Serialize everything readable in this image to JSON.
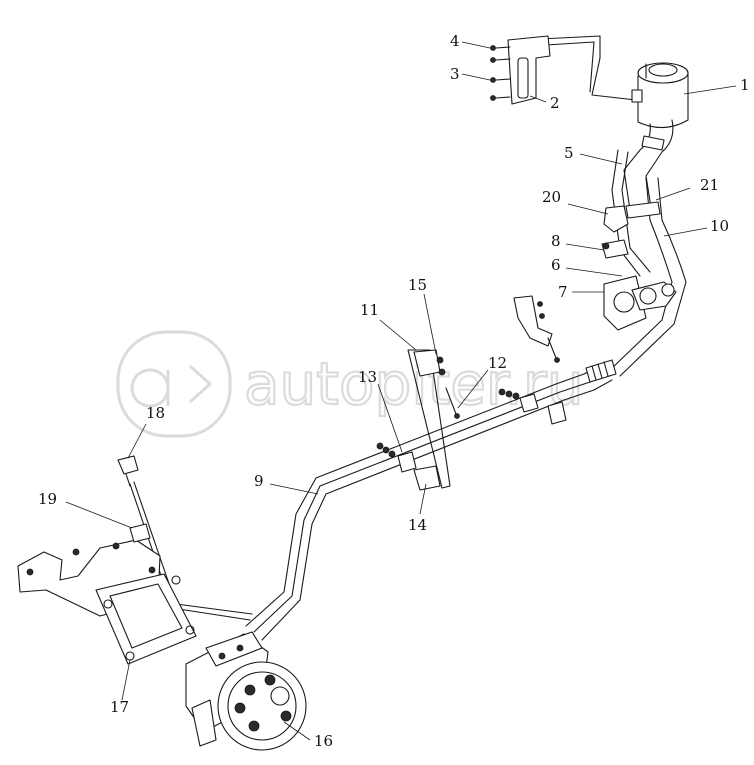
{
  "watermark": {
    "text": "autopiter.ru"
  },
  "callouts": [
    {
      "id": "1",
      "label": "1"
    },
    {
      "id": "2",
      "label": "2"
    },
    {
      "id": "3",
      "label": "3"
    },
    {
      "id": "4",
      "label": "4"
    },
    {
      "id": "5",
      "label": "5"
    },
    {
      "id": "6",
      "label": "6"
    },
    {
      "id": "7",
      "label": "7"
    },
    {
      "id": "8",
      "label": "8"
    },
    {
      "id": "9",
      "label": "9"
    },
    {
      "id": "10",
      "label": "10"
    },
    {
      "id": "11",
      "label": "11"
    },
    {
      "id": "12",
      "label": "12"
    },
    {
      "id": "13",
      "label": "13"
    },
    {
      "id": "14",
      "label": "14"
    },
    {
      "id": "15",
      "label": "15"
    },
    {
      "id": "16",
      "label": "16"
    },
    {
      "id": "17",
      "label": "17"
    },
    {
      "id": "18",
      "label": "18"
    },
    {
      "id": "19",
      "label": "19"
    },
    {
      "id": "20",
      "label": "20"
    },
    {
      "id": "21",
      "label": "21"
    }
  ],
  "colors": {
    "line": "#1a1a1a",
    "watermark": "#cfcfcf",
    "background": "#ffffff"
  }
}
